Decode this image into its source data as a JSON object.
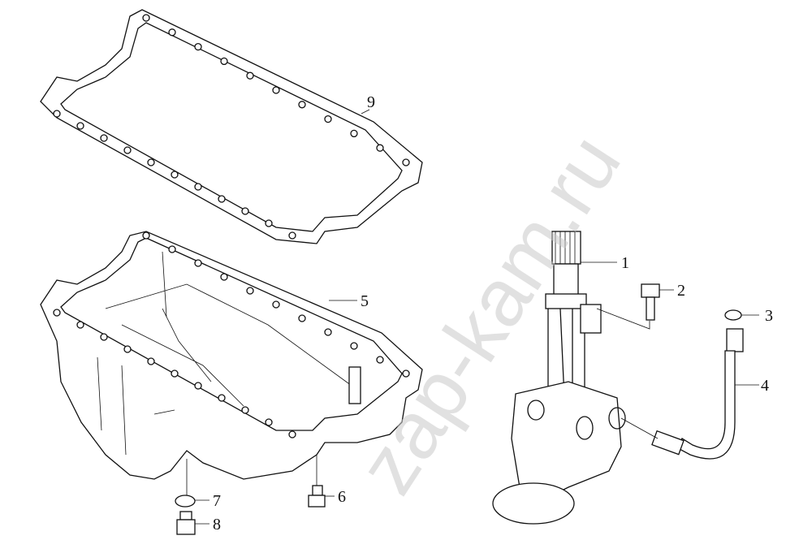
{
  "watermark": "zap-kam.ru",
  "parts": [
    {
      "number": "1",
      "name": "oil-pump"
    },
    {
      "number": "2",
      "name": "bolt"
    },
    {
      "number": "3",
      "name": "washer"
    },
    {
      "number": "4",
      "name": "oil-pipe"
    },
    {
      "number": "5",
      "name": "oil-pan"
    },
    {
      "number": "6",
      "name": "bolt"
    },
    {
      "number": "7",
      "name": "washer"
    },
    {
      "number": "8",
      "name": "drain-plug"
    },
    {
      "number": "9",
      "name": "oil-pan-gasket"
    }
  ]
}
